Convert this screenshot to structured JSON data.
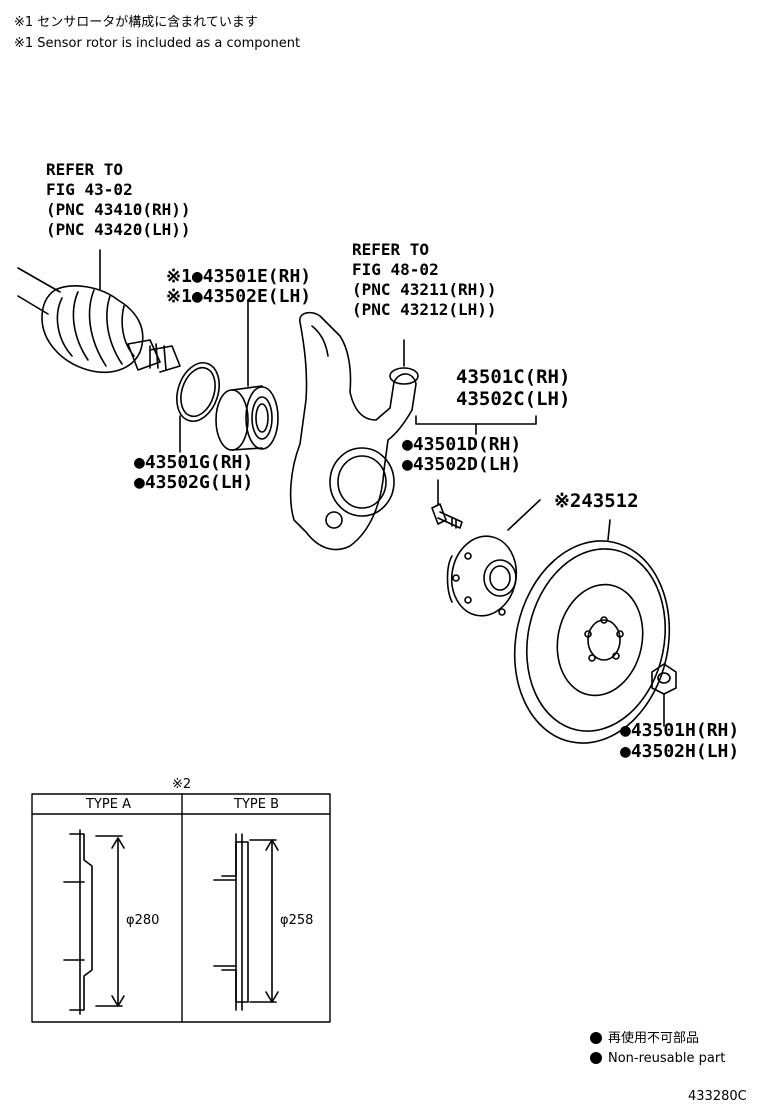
{
  "notes": {
    "line1": "※1 センサロータが構成に含まれています",
    "line2": "※1 Sensor rotor is included as a component"
  },
  "refer_left": {
    "line1": "REFER TO",
    "line2": "FIG 43-02",
    "line3": "(PNC 43410(RH))",
    "line4": "(PNC 43420(LH))"
  },
  "refer_mid": {
    "line1": "REFER TO",
    "line2": "FIG 48-02",
    "line3": "(PNC 43211(RH))",
    "line4": "(PNC 43212(LH))"
  },
  "parts": {
    "e_rh": "※1●43501E(RH)",
    "e_lh": "※1●43502E(LH)",
    "g_rh": "●43501G(RH)",
    "g_lh": "●43502G(LH)",
    "c_rh": "43501C(RH)",
    "c_lh": "43502C(LH)",
    "d_rh": "●43501D(RH)",
    "d_lh": "●43502D(LH)",
    "disc": "※243512",
    "h_rh": "●43501H(RH)",
    "h_lh": "●43502H(LH)"
  },
  "type_table": {
    "marker": "※2",
    "col_a": "TYPE A",
    "col_b": "TYPE B",
    "dim_a": "φ280",
    "dim_b": "φ258"
  },
  "legend": {
    "jp": "再使用不可部品",
    "en": "Non-reusable part"
  },
  "figure_code": "433280C"
}
